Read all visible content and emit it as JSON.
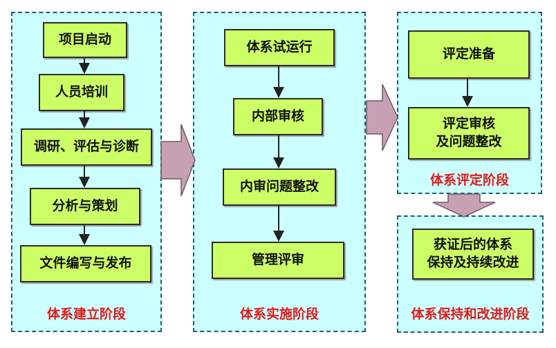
{
  "colors": {
    "panel_fill": "#ccffff",
    "panel_border": "#1f5d6e",
    "box_fill": "#ccff66",
    "box_border": "#2b2b2b",
    "label_red": "#e01b1b",
    "big_arrow": "#c8a0b4"
  },
  "stage1": {
    "steps": [
      "项目启动",
      "人员培训",
      "调研、评估与诊断",
      "分析与策划",
      "文件编写与发布"
    ],
    "label": "体系建立阶段"
  },
  "stage2": {
    "steps": [
      "体系试运行",
      "内部审核",
      "内审问题整改",
      "管理评审"
    ],
    "label": "体系实施阶段"
  },
  "stage3": {
    "step1": "评定准备",
    "step2_line1": "评定审核",
    "step2_line2": "及问题整改",
    "label": "体系评定阶段"
  },
  "stage4": {
    "box_line1": "获证后的体系",
    "box_line2": "保持及持续改进",
    "label": "体系保持和改进阶段"
  }
}
